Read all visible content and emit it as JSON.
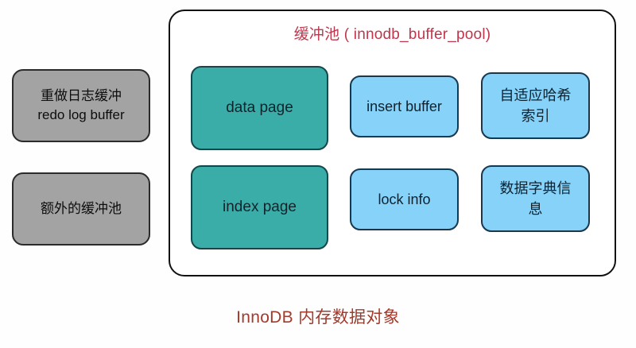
{
  "diagram": {
    "type": "block-diagram",
    "caption": "InnoDB 内存数据对象",
    "caption_color": "#A33A2B",
    "background_color": "#fefefe"
  },
  "pool": {
    "title": "缓冲池 ( innodb_buffer_pool)",
    "title_color": "#C0354B",
    "border_color": "#111111"
  },
  "left_column": {
    "nodes": [
      {
        "id": "redo-log-buffer",
        "label": "重做日志缓冲\nredo log buffer",
        "fill": "#A3A3A3",
        "stroke": "#2b2b2b"
      },
      {
        "id": "extra-buffer-pool",
        "label": "额外的缓冲池",
        "fill": "#A3A3A3",
        "stroke": "#2b2b2b"
      }
    ]
  },
  "pool_contents": {
    "column_pages": [
      {
        "id": "data-page",
        "label": "data page",
        "fill": "#3BADA8",
        "stroke": "#15474a"
      },
      {
        "id": "index-page",
        "label": "index page",
        "fill": "#3BADA8",
        "stroke": "#15474a"
      }
    ],
    "column_middle": [
      {
        "id": "insert-buffer",
        "label": "insert buffer",
        "fill": "#86D2F8",
        "stroke": "#17384e"
      },
      {
        "id": "lock-info",
        "label": "lock info",
        "fill": "#86D2F8",
        "stroke": "#17384e"
      }
    ],
    "column_right": [
      {
        "id": "adaptive-hash-index",
        "label": "自适应哈希\n索引",
        "fill": "#86D2F8",
        "stroke": "#17384e"
      },
      {
        "id": "data-dictionary-info",
        "label": "数据字典信\n息",
        "fill": "#86D2F8",
        "stroke": "#17384e"
      }
    ]
  }
}
